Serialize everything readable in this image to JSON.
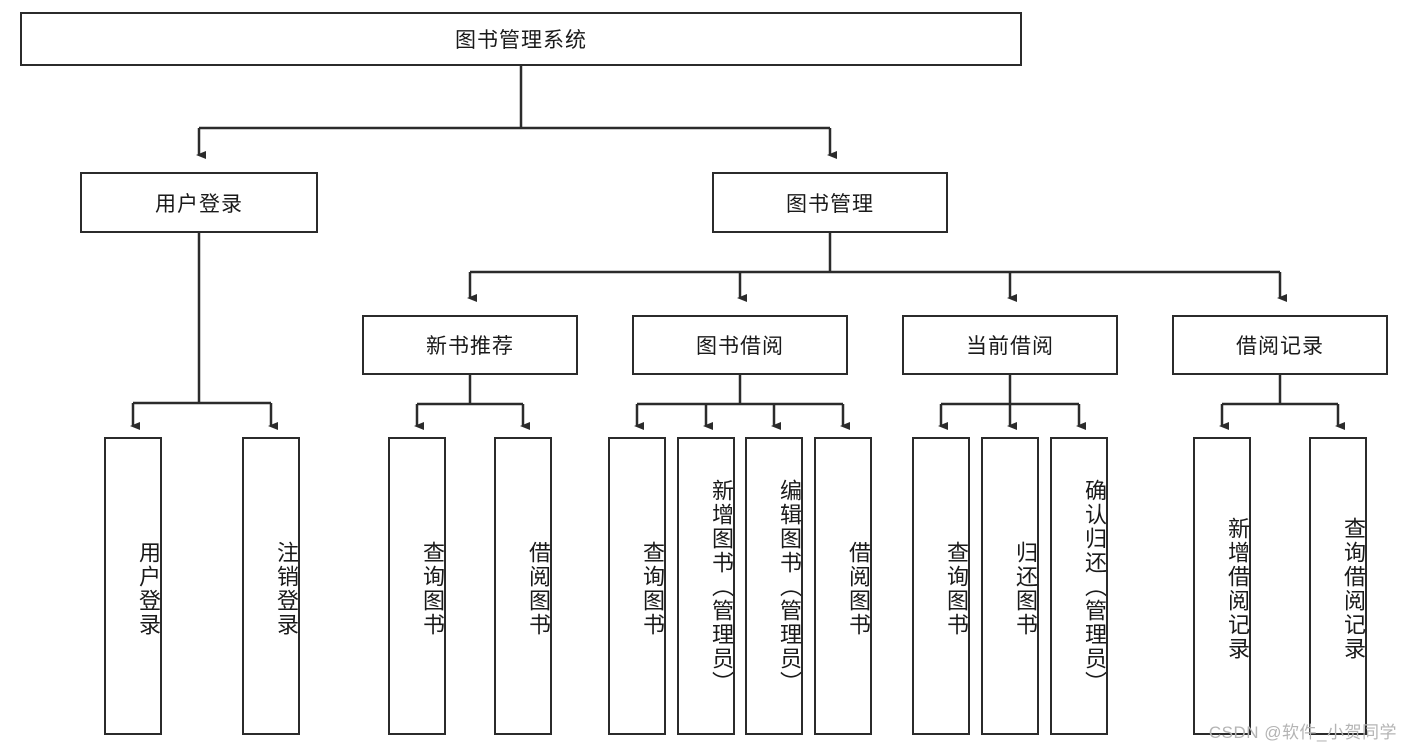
{
  "diagram": {
    "title": "图书管理系统",
    "type": "tree-hierarchy",
    "root": {
      "label": "图书管理系统"
    },
    "level2": [
      {
        "label": "用户登录"
      },
      {
        "label": "图书管理"
      }
    ],
    "level3": [
      {
        "label": "新书推荐"
      },
      {
        "label": "图书借阅"
      },
      {
        "label": "当前借阅"
      },
      {
        "label": "借阅记录"
      }
    ],
    "leaves": {
      "user_login": [
        {
          "label": "用户登录"
        },
        {
          "label": "注销登录"
        }
      ],
      "new_book_recommend": [
        {
          "label": "查询图书"
        },
        {
          "label": "借阅图书"
        }
      ],
      "book_borrow": [
        {
          "label": "查询图书"
        },
        {
          "label": "新增图书（管理员）"
        },
        {
          "label": "编辑图书（管理员）"
        },
        {
          "label": "借阅图书"
        }
      ],
      "current_borrow": [
        {
          "label": "查询图书"
        },
        {
          "label": "归还图书"
        },
        {
          "label": "确认归还（管理员）"
        }
      ],
      "borrow_record": [
        {
          "label": "新增借阅记录"
        },
        {
          "label": "查询借阅记录"
        }
      ]
    }
  },
  "watermark": {
    "text": "CSDN @软件_小贺同学"
  },
  "colors": {
    "stroke": "#2b2b2b",
    "fill": "#ffffff",
    "text": "#1a1a1a",
    "watermark": "#b4b4b4"
  }
}
